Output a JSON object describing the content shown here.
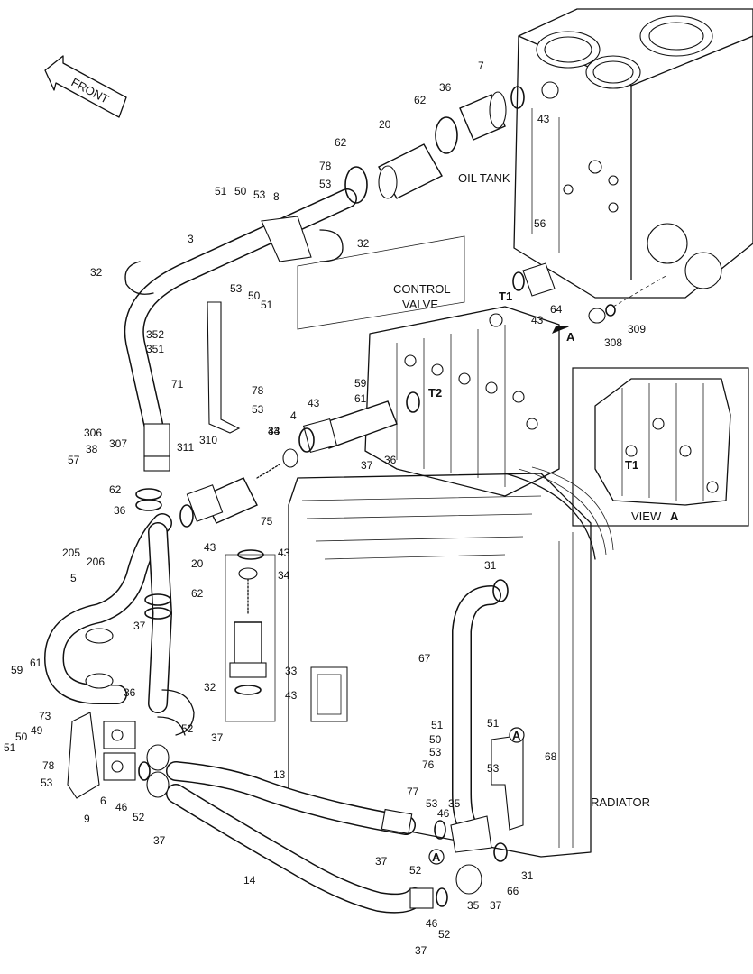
{
  "diagram": {
    "title_arrow": "FRONT",
    "labels": {
      "oil_tank": "OIL TANK",
      "control_valve_1": "CONTROL",
      "control_valve_2": "VALVE",
      "radiator": "RADIATOR",
      "view_a": "VIEW",
      "view_a_letter": "A",
      "t1": "T1",
      "t2": "T2",
      "t1_inset": "T1",
      "arrow_a": "A",
      "circled_a": "A"
    },
    "callouts": [
      "7",
      "36",
      "62",
      "43",
      "20",
      "62",
      "78",
      "53",
      "51",
      "50",
      "53",
      "8",
      "3",
      "32",
      "32",
      "53",
      "50",
      "51",
      "352",
      "351",
      "71",
      "78",
      "53",
      "56",
      "64",
      "43",
      "308",
      "309",
      "59",
      "61",
      "43",
      "4",
      "43",
      "34",
      "37",
      "36",
      "306",
      "307",
      "311",
      "310",
      "38",
      "57",
      "62",
      "75",
      "36",
      "205",
      "206",
      "43",
      "20",
      "43",
      "34",
      "5",
      "62",
      "37",
      "33",
      "43",
      "61",
      "59",
      "36",
      "32",
      "52",
      "73",
      "49",
      "50",
      "51",
      "78",
      "53",
      "6",
      "46",
      "9",
      "52",
      "37",
      "37",
      "31",
      "67",
      "13",
      "51",
      "50",
      "53",
      "76",
      "53",
      "51",
      "68",
      "77",
      "53",
      "35",
      "46",
      "52",
      "37",
      "14",
      "31",
      "66",
      "35",
      "37",
      "46",
      "52",
      "37"
    ]
  }
}
